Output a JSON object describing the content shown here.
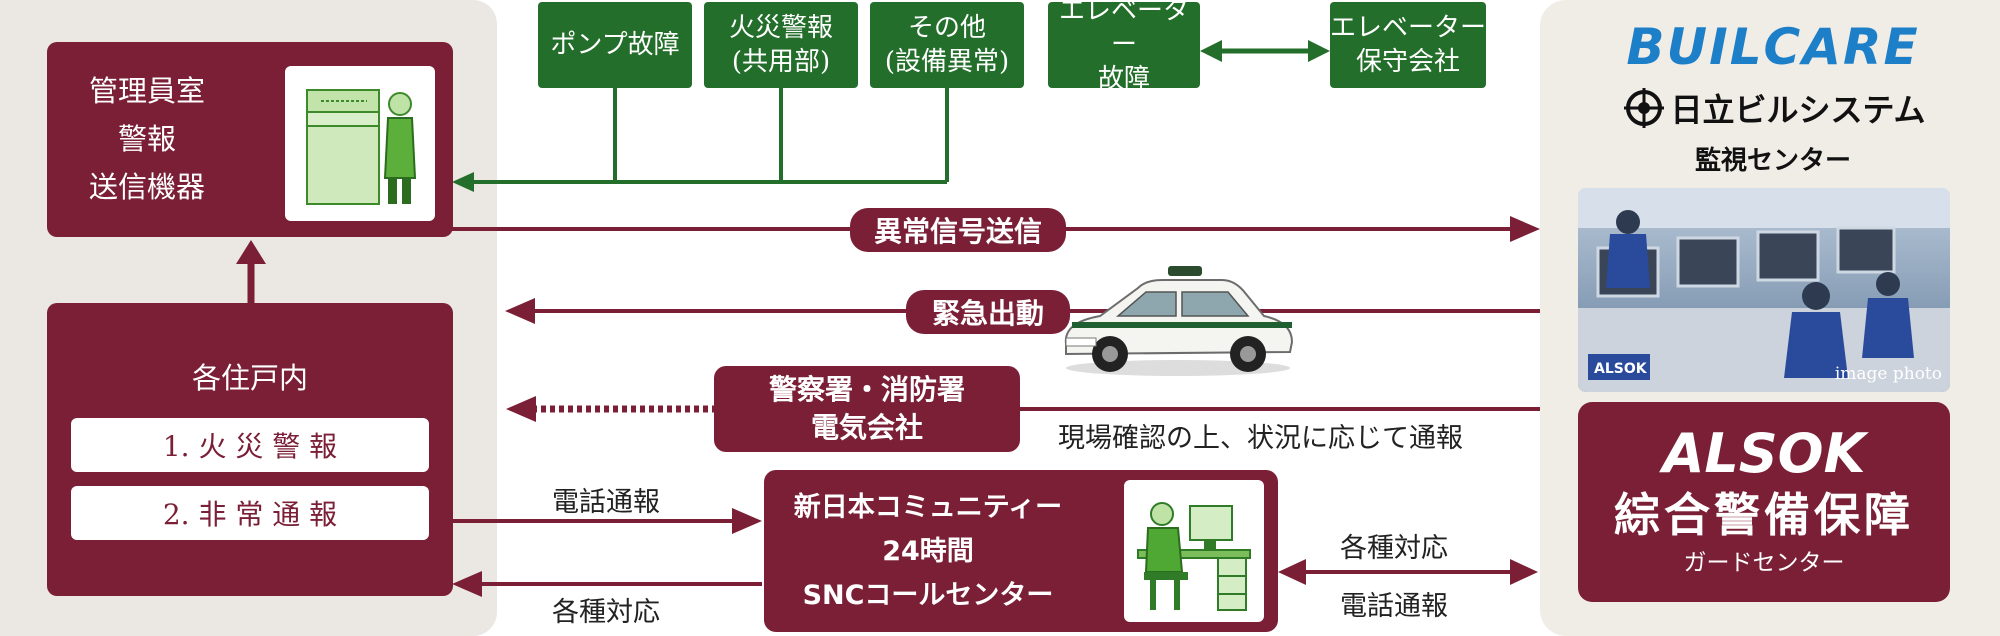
{
  "mgmt": {
    "line1": "管理員室",
    "line2": "警報",
    "line3": "送信機器"
  },
  "dwelling": {
    "title": "各住戸内",
    "item1": "1. 火 災 警 報",
    "item2": "2. 非 常 通 報"
  },
  "green_boxes": {
    "pump": {
      "line1": "ポンプ故障"
    },
    "fire": {
      "line1": "火災警報",
      "line2": "(共用部)"
    },
    "other": {
      "line1": "その他",
      "line2": "(設備異常)"
    },
    "elevator_fault": {
      "line1": "エレベーター",
      "line2": "故障"
    },
    "elevator_company": {
      "line1": "エレベーター",
      "line2": "保守会社"
    }
  },
  "arrows": {
    "abnormal_signal": "異常信号送信",
    "emergency": "緊急出動",
    "police_fire": {
      "line1": "警察署・消防署",
      "line2": "電気会社"
    },
    "onsite_note": "現場確認の上、状況に応じて通報",
    "phone_report": "電話通報",
    "various_response": "各種対応",
    "right_various": "各種対応",
    "right_phone": "電話通報"
  },
  "snc": {
    "line1": "新日本コミュニティー",
    "line2": "24時間",
    "line3": "SNCコールセンター"
  },
  "hitachi": {
    "brand": "BUILCARE",
    "company": "日立ビルシステム",
    "center": "監視センター",
    "photo_caption": "image photo"
  },
  "alsok": {
    "logo": "ALSOK",
    "name": "綜合警備保障",
    "center": "ガードセンター"
  },
  "colors": {
    "maroon": "#7a1f36",
    "green": "#226e2a",
    "panel": "#ebe7e3",
    "builcare_blue": "#1e7fc9"
  }
}
